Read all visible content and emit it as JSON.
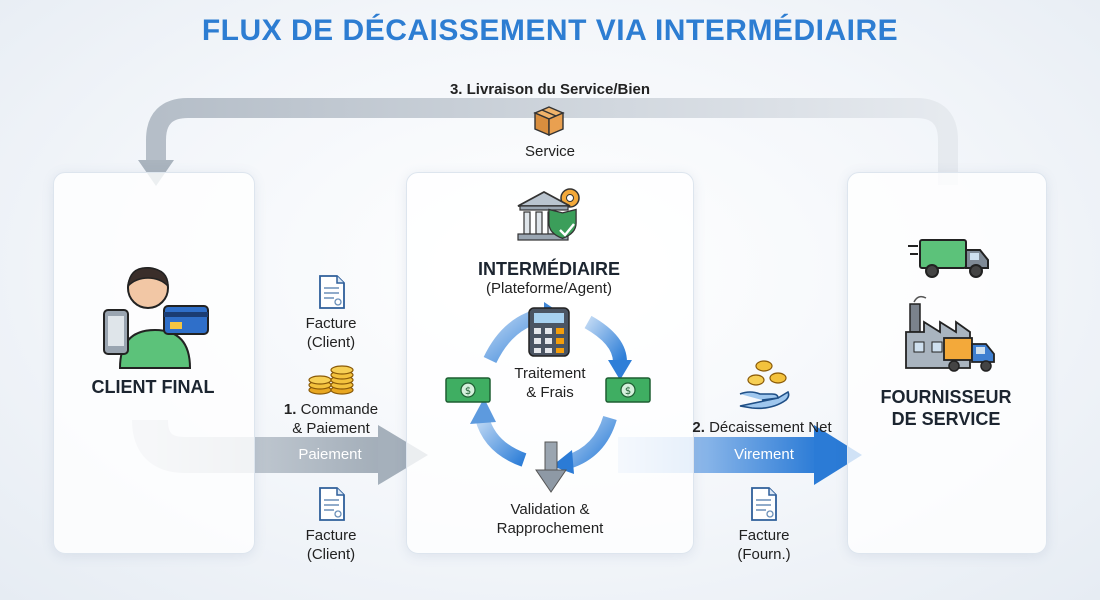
{
  "title": "FLUX DE DÉCAISSEMENT VIA INTERMÉDIAIRE",
  "top_flow": {
    "label": "3. Livraison du Service/Bien",
    "item": "Service"
  },
  "client": {
    "name": "CLIENT FINAL"
  },
  "intermediary": {
    "name": "INTERMÉDIAIRE",
    "subtitle": "(Plateforme/Agent)",
    "process_line1": "Traitement",
    "process_line2": "& Frais",
    "validation_line1": "Validation &",
    "validation_line2": "Rapprochement"
  },
  "supplier": {
    "name_line1": "FOURNISSEUR",
    "name_line2": "DE SERVICE"
  },
  "payment_flow": {
    "doc_top_line1": "Facture",
    "doc_top_line2": "(Client)",
    "step_bold": "1.",
    "step_line1": "Commande",
    "step_line2": "& Paiement",
    "arrow_label": "Paiement",
    "doc_bottom_line1": "Facture",
    "doc_bottom_line2": "(Client)"
  },
  "disbursement_flow": {
    "step_bold": "2.",
    "step_label": "Décaissement Net",
    "arrow_label": "Virement",
    "doc_line1": "Facture",
    "doc_line2": "(Fourn.)"
  },
  "colors": {
    "title": "#2d7dd2",
    "flow_blue": "#2f7fd8",
    "flow_gray": "#a9b4bf"
  }
}
